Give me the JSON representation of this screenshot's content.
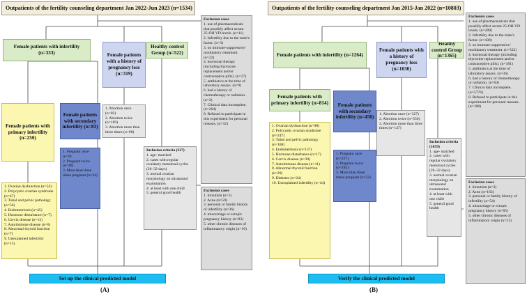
{
  "panelA": {
    "label": "(A)",
    "title": "Outpatients of the fertility counseling department Jan 2022-Jun 2023 (n=1534)",
    "infertility": "Female patients with infertility (n=333)",
    "pregnancy_loss": "Female patients with a history of pregnancy loss (n=319)",
    "healthy": "Healthy control Group (n=522)",
    "primary": "Female patients with primary infertility (n=250)",
    "secondary": "Female patients with secondary infertility (n=83)",
    "primary_list": [
      "1. Ovarian dysfunction (n=54)",
      "2. Polycystic ovarian syndrome (n=47)",
      "3. Tubal and pelvic pathology (n=56)",
      "4. Endometriosis (n=45)",
      "5. Hormone disturbance (n=7)",
      "6. Cervix disease (n=13)",
      "7. Autoimmune disease (n=6)",
      "8. Abnormal thyroid function (n=7)",
      "9. Unexplained infertility (n=15)"
    ],
    "secondary_list": [
      "1. Pregnant once (n=9)",
      "2. Pregnant twice (n=40)",
      "3. More than three times pregnant (n=34)"
    ],
    "loss_list": [
      "1. Abortion once (n=82)",
      "2. Abortion twice (n=169)",
      "3. Abortion more than three times (n=68)"
    ],
    "inclusion_title": "Inclusion criteria (327)",
    "inclusion_list": [
      "1. age- matched",
      "2. cases with regular ovulatory menstrual cycles (26–32 days)",
      "3. normal ovarian morphology on ultrasound examination",
      "4. at least with one child",
      "5. general good health"
    ],
    "exclusion1_title": "Exclusion cases",
    "exclusion1_list": [
      "1. use of pharmaceuticals that possibly affect serum 25-OH VD levels. (n=11)",
      "2. Infertility due to the male's factor. (n=3)",
      "3. on immune-suppressive/ modulatory treatment. (n=22)",
      "4. hormonal therapy (including thyroxine replacement and/or contraceptive pills). (n=17)",
      "5. antibiotics at the time of laboratory assays. (n=9)",
      "6. had a history of chemotherapy or radiation. (n=2)",
      "7. Clinical data incomplete. (n=264)",
      "8. Refused to participate in this experiment for personal reasons. (n=32)"
    ],
    "exclusion2_title": "Exclusion cases",
    "exclusion2_list": [
      "1. hirsutism (n=1)",
      "2. Acne (n=59)",
      "3. personal or family history of infertility (n=36)",
      "4. miscarriage or ectopic pregnancy history (n=83)",
      "5. other chronic diseases of inflammatory origin (n=16)"
    ],
    "model": "Set up the clinical predicted model"
  },
  "panelB": {
    "label": "(B)",
    "title": "Outpatients of the fertility counseling department Jan 2015-Jan 2022 (n=10803)",
    "infertility": "Female patients with infertility (n=1264)",
    "pregnancy_loss": "Female patients with a history of pregnancy loss (n=1030)",
    "healthy": "Healthy control Group (n=1365)",
    "primary": "Female patients with primary infertility (n=814)",
    "secondary": "Female patients with secondary infertility (n=450)",
    "primary_list": [
      "1. Ovarian dysfunction (n=98)",
      "2. Polycystic ovarian syndrome (n=247)",
      "3. Tubal and pelvic pathology (n=168)",
      "4. Endometriosis (n=137)",
      "5. Hormone disturbance (n=17)",
      "6. Cervix disease (n=39)",
      "7. Autoimmune disease (n=11)",
      "8. Abnormal thyroid function (n=29)",
      "9. Diabetes (n=24)",
      "10. Unexplained infertility (n=44)"
    ],
    "secondary_list": [
      "1. Pregnant once (n=227)",
      "2. Pregnant twice (n=192)",
      "3. More than three times pregnant (n=22)"
    ],
    "loss_list": [
      "1. Abortion once (n=327)",
      "2. Abortion twice (n=556)",
      "3. Abortion more than three times (n=147)"
    ],
    "inclusion_title": "Inclusion criteria (1059)",
    "inclusion_list": [
      "1. age- matched",
      "2. cases with regular ovulatory menstrual cycles (26–32 days)",
      "3. normal ovarian morphology on ultrasound examination",
      "4. at least with one child",
      "5. general good health"
    ],
    "exclusion1_title": "Exclusion cases",
    "exclusion1_list": [
      "1. use of pharmaceuticals that possibly affect serum 25-OH VD levels. (n=209)",
      "2. Infertility due to the male's factor. (n=438)",
      "3. on immune-suppressive/ modulatory treatment. (n=332)",
      "4. hormonal therapy (including thyroxine replacement and/or contraceptive pills). (n=181)",
      "5. antibiotics at the time of laboratory assays. (n=36)",
      "6. had a history of chemotherapy or radiation. (n=64)",
      "7. Clinical data incomplete. (n=5776)",
      "8. Refused to participate in this experiment for personal reasons. (n=108)"
    ],
    "exclusion2_title": "Exclusion cases",
    "exclusion2_list": [
      "1. hirsutism (n=3)",
      "2. Acne (n=163)",
      "3. personal or family history of infertility (n=54)",
      "4. miscarriage or ectopic pregnancy history (n=65)",
      "5. other chronic diseases of inflammatory origin (n=21)"
    ],
    "model": "Verify the clinical predicted model"
  }
}
